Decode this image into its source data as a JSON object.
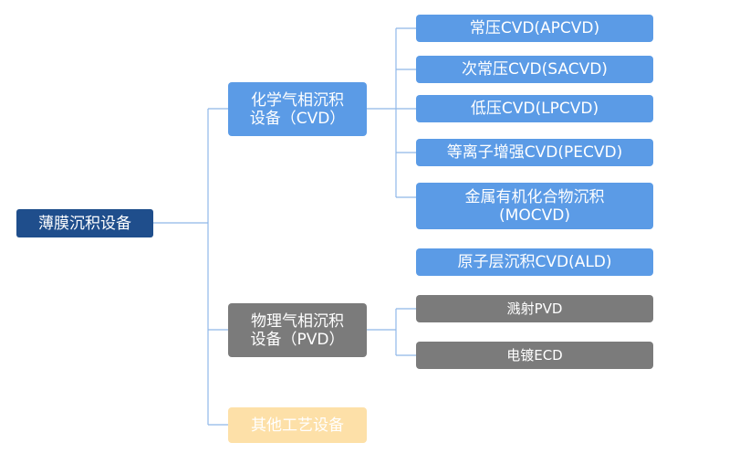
{
  "root": {
    "label": "薄膜沉积设备"
  },
  "branches": {
    "cvd": {
      "label_line1": "化学气相沉积",
      "label_line2": "设备（CVD）",
      "children": [
        "常压CVD(APCVD)",
        "次常压CVD(SACVD)",
        "低压CVD(LPCVD)",
        "等离子增强CVD(PECVD)",
        "金属有机化合物沉积(MOCVD)"
      ]
    },
    "ald": {
      "label": "原子层沉积CVD(ALD)"
    },
    "pvd": {
      "label_line1": "物理气相沉积",
      "label_line2": "设备（PVD）",
      "children": [
        "溅射PVD",
        "电镀ECD"
      ]
    },
    "other": {
      "label": "其他工艺设备"
    }
  },
  "colors": {
    "root": "#1f4e8c",
    "cvd": "#5b9be6",
    "pvd": "#7b7b7b",
    "other": "#fde0a8",
    "connector": "#8fb8e8"
  }
}
